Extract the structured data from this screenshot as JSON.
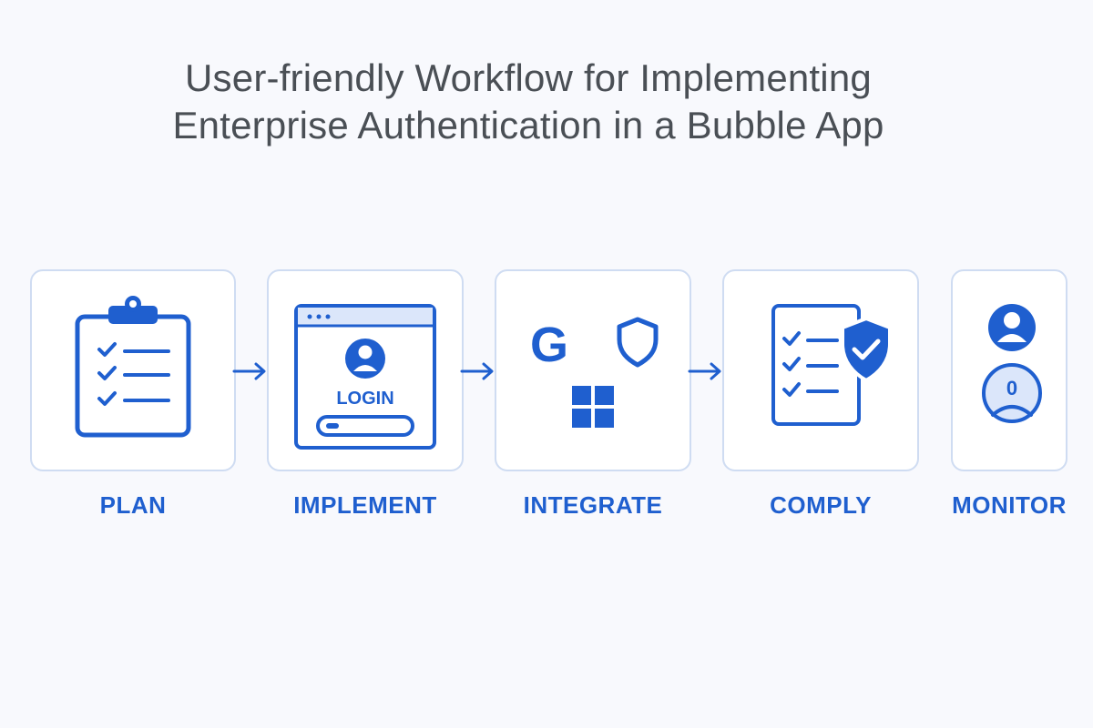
{
  "title": {
    "line1": "User-friendly Workflow for Implementing",
    "line2": "Enterprise Authentication in a Bubble App"
  },
  "steps": [
    {
      "label": "PLAN",
      "icon": "clipboard-checklist-icon"
    },
    {
      "label": "IMPLEMENT",
      "icon": "login-window-icon",
      "inner_text": "LOGIN"
    },
    {
      "label": "INTEGRATE",
      "icons": [
        "google-icon",
        "shield-icon",
        "windows-icon"
      ],
      "g_letter": "G"
    },
    {
      "label": "COMPLY",
      "icon": "checklist-shield-icon"
    },
    {
      "label": "MONITOR",
      "icons": [
        "user-icon",
        "user-circle-icon"
      ],
      "inner_text": "0"
    }
  ],
  "colors": {
    "accent": "#1f5fcf",
    "title": "#4a4f55",
    "card_border": "#cfdcf2",
    "background": "#f8f9fd"
  }
}
